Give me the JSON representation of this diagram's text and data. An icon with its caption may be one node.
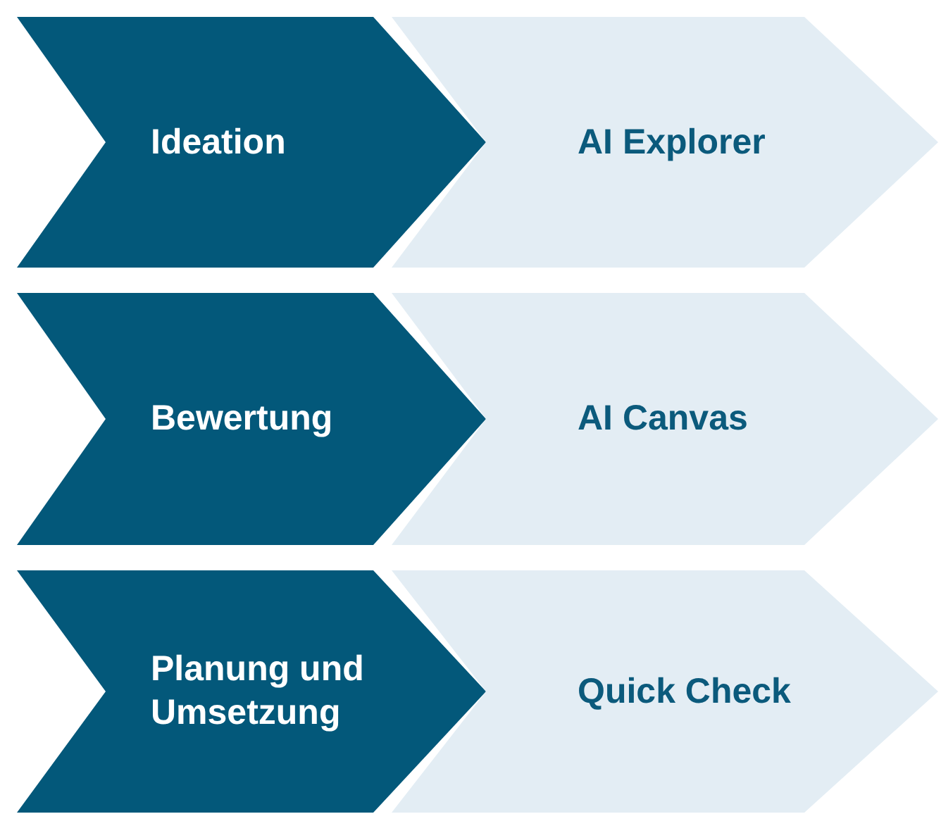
{
  "diagram": {
    "nodes": [
      {
        "text": [
          "Ideation"
        ]
      },
      {
        "text": [
          "AI Explorer"
        ]
      },
      {
        "text": [
          "Bewertung"
        ]
      },
      {
        "text": [
          "AI Canvas"
        ]
      },
      {
        "text": [
          "Planung und Umsetzung"
        ]
      },
      {
        "text": [
          "Quick Check"
        ]
      }
    ]
  }
}
